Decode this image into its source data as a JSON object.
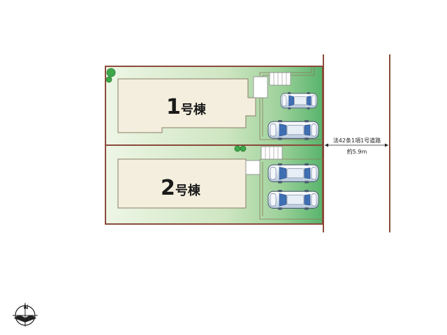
{
  "lots": [
    {
      "id": "lot-1",
      "number": "1",
      "suffix": "号棟"
    },
    {
      "id": "lot-2",
      "number": "2",
      "suffix": "号棟"
    }
  ],
  "road": {
    "type_label": "法42条1項1号道路",
    "width_label": "約5.9m"
  },
  "compass": {
    "north_letter": "N"
  },
  "colors": {
    "boundary": "#8b4a3b",
    "lawn_light": "#eef6e6",
    "lawn_dark": "#5fb870",
    "building_fill": "#f3eedd",
    "building_stroke": "#8a7d68",
    "car_body": "#dbe5f1",
    "car_glass": "#3f6fb3",
    "tree": "#3fa84a"
  },
  "cars_count_note": ""
}
